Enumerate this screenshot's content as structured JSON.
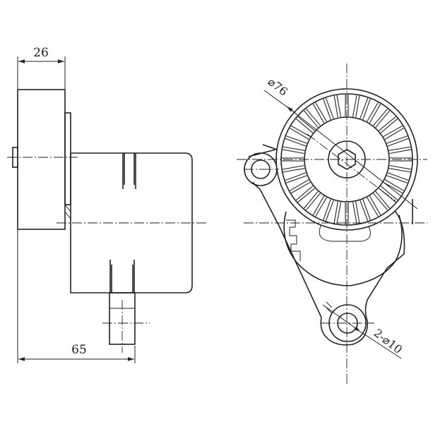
{
  "dimensions": {
    "pulley_width": "26",
    "overall_length": "65",
    "pulley_diameter": "⌀76",
    "mount_holes": "2-⌀10"
  },
  "pulley_ribs": 36,
  "colors": {
    "line": "#222222",
    "background": "#ffffff"
  }
}
